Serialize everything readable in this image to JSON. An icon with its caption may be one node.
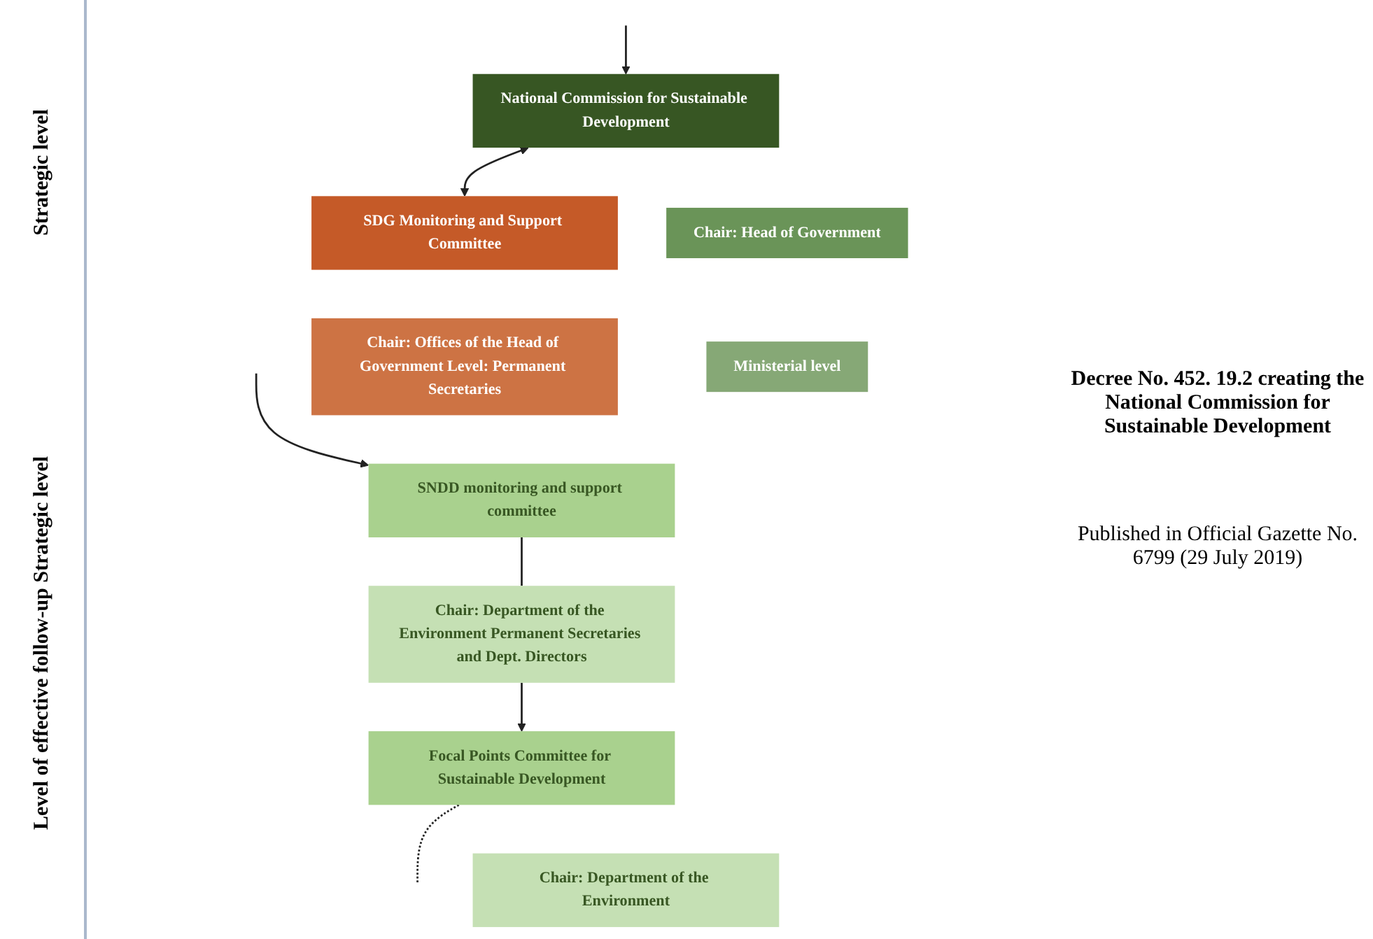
{
  "diagram": {
    "nodes": [
      {
        "text": [
          "National Commission for Sustainable Development"
        ]
      },
      {
        "text": [
          "Chair: Head of Government"
        ]
      },
      {
        "text": [
          "Ministerial level"
        ]
      },
      {
        "text": [
          "SDG Monitoring and Support Committee"
        ]
      },
      {
        "text": [
          "Chair: Offices of the Head of Government Level: Permanent Secretaries"
        ]
      },
      {
        "text": [
          "SNDD monitoring and support committee"
        ]
      },
      {
        "text": [
          "Chair: Department of the Environment Permanent Secretaries and Dept. Directors"
        ]
      },
      {
        "text": [
          "Focal Points Committee for Sustainable Development"
        ]
      },
      {
        "text": [
          "Chair: Department of the Environment"
        ]
      }
    ],
    "edges": [
      {
        "from": 0,
        "to": 3,
        "arrow": "both"
      },
      {
        "from": null,
        "to": 0,
        "arrow": "to"
      },
      {
        "from": null,
        "to": 5,
        "arrow": "to"
      },
      {
        "from": 5,
        "to": 6,
        "arrow": "none"
      },
      {
        "from": 6,
        "to": 7,
        "arrow": "to"
      },
      {
        "from": 7,
        "to": null,
        "arrow": "none",
        "style": "dashed"
      }
    ],
    "labels": [
      "Strategic level",
      "Level of effective follow-up Strategic level",
      "Decree No. 452. 19.2 creating the National Commission for Sustainable Development",
      "Published in Official Gazette No. 6799 (29 July 2019)"
    ]
  }
}
